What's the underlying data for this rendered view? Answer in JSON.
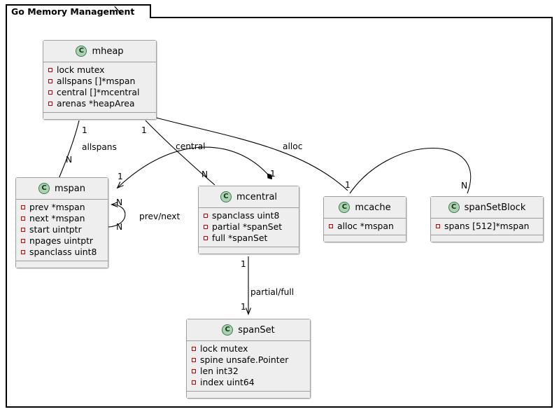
{
  "package": {
    "title": "Go Memory Management"
  },
  "classes": [
    {
      "id": "mheap",
      "name": "mheap",
      "icon": "class-circle-icon",
      "icon_letter": "C",
      "fields": [
        "lock mutex",
        "allspans []*mspan",
        "central []*mcentral",
        "arenas *heapArea"
      ]
    },
    {
      "id": "mspan",
      "name": "mspan",
      "icon": "class-circle-icon",
      "icon_letter": "C",
      "fields": [
        "prev *mspan",
        "next *mspan",
        "start uintptr",
        "npages uintptr",
        "spanclass uint8"
      ]
    },
    {
      "id": "mcentral",
      "name": "mcentral",
      "icon": "class-circle-icon",
      "icon_letter": "C",
      "fields": [
        "spanclass uint8",
        "partial *spanSet",
        "full *spanSet"
      ]
    },
    {
      "id": "mcache",
      "name": "mcache",
      "icon": "class-circle-icon",
      "icon_letter": "C",
      "fields": [
        "alloc *mspan"
      ]
    },
    {
      "id": "spanSetBlock",
      "name": "spanSetBlock",
      "icon": "class-circle-icon",
      "icon_letter": "C",
      "fields": [
        "spans [512]*mspan"
      ]
    },
    {
      "id": "spanSet",
      "name": "spanSet",
      "icon": "class-circle-icon",
      "icon_letter": "C",
      "fields": [
        "lock mutex",
        "spine unsafe.Pointer",
        "len int32",
        "index uint64"
      ]
    }
  ],
  "relations": [
    {
      "id": "mheap-allspans-mspan",
      "from": "mheap",
      "to": "mspan",
      "label": "allspans",
      "from_multiplicity": "1",
      "to_multiplicity": "N"
    },
    {
      "id": "mheap-central-mcentral",
      "from": "mheap",
      "to": "mcentral",
      "label": "central",
      "from_multiplicity": "1",
      "to_multiplicity": "N"
    },
    {
      "id": "mcentral-mspan",
      "from": "mcentral",
      "to": "mspan",
      "label": "",
      "from_multiplicity": "1",
      "to_multiplicity": "1"
    },
    {
      "id": "mheap-alloc-mcache",
      "from": "mheap",
      "to": "mcache",
      "label": "alloc",
      "from_multiplicity": "1",
      "to_multiplicity": "1"
    },
    {
      "id": "mcache-spansetblock",
      "from": "mcache",
      "to": "spanSetBlock",
      "label": "",
      "from_multiplicity": "1",
      "to_multiplicity": "N"
    },
    {
      "id": "mspan-prevnext-self",
      "from": "mspan",
      "to": "mspan",
      "label": "prev/next",
      "from_multiplicity": "N",
      "to_multiplicity": "N"
    },
    {
      "id": "mcentral-partialfull-spanset",
      "from": "mcentral",
      "to": "spanSet",
      "label": "partial/full",
      "from_multiplicity": "1",
      "to_multiplicity": "1"
    }
  ],
  "colors": {
    "class_icon_fill": "#ADD1B2",
    "class_icon_border": "#3C7A4B",
    "class_header_bg": "#EEEEEE",
    "class_border": "#A0A0A0",
    "field_marker_border": "#C00000",
    "frame_border": "#000000",
    "canvas_bg": "#FFFFFF"
  }
}
